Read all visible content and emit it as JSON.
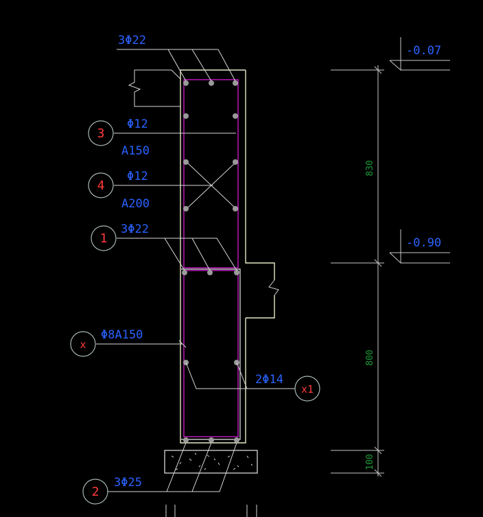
{
  "labels": {
    "rebar_top": "3Φ22",
    "rebar_mid": "3Φ22",
    "rebar_bottom": "3Φ25",
    "stirrup3_dia": "Φ12",
    "stirrup3_spacing": "A150",
    "stirrup4_dia": "Φ12",
    "stirrup4_spacing": "A200",
    "stirrup_x": "Φ8A150",
    "side_bars": "2Φ14"
  },
  "markers": {
    "m1": "1",
    "m2": "2",
    "m3": "3",
    "m4": "4",
    "mx": "x",
    "mx1": "x1"
  },
  "elevations": {
    "top": "-0.07",
    "mid": "-0.90"
  },
  "dimensions": {
    "d830": "830",
    "d800": "800",
    "d100": "100"
  },
  "colors": {
    "background": "#000000",
    "text_blue": "#2a62ff",
    "marker_red": "#ff3b3b",
    "dimension_green": "#1c9a37",
    "stirrup_magenta": "#d51bd5",
    "concrete_outline": "#e8e8c8"
  }
}
